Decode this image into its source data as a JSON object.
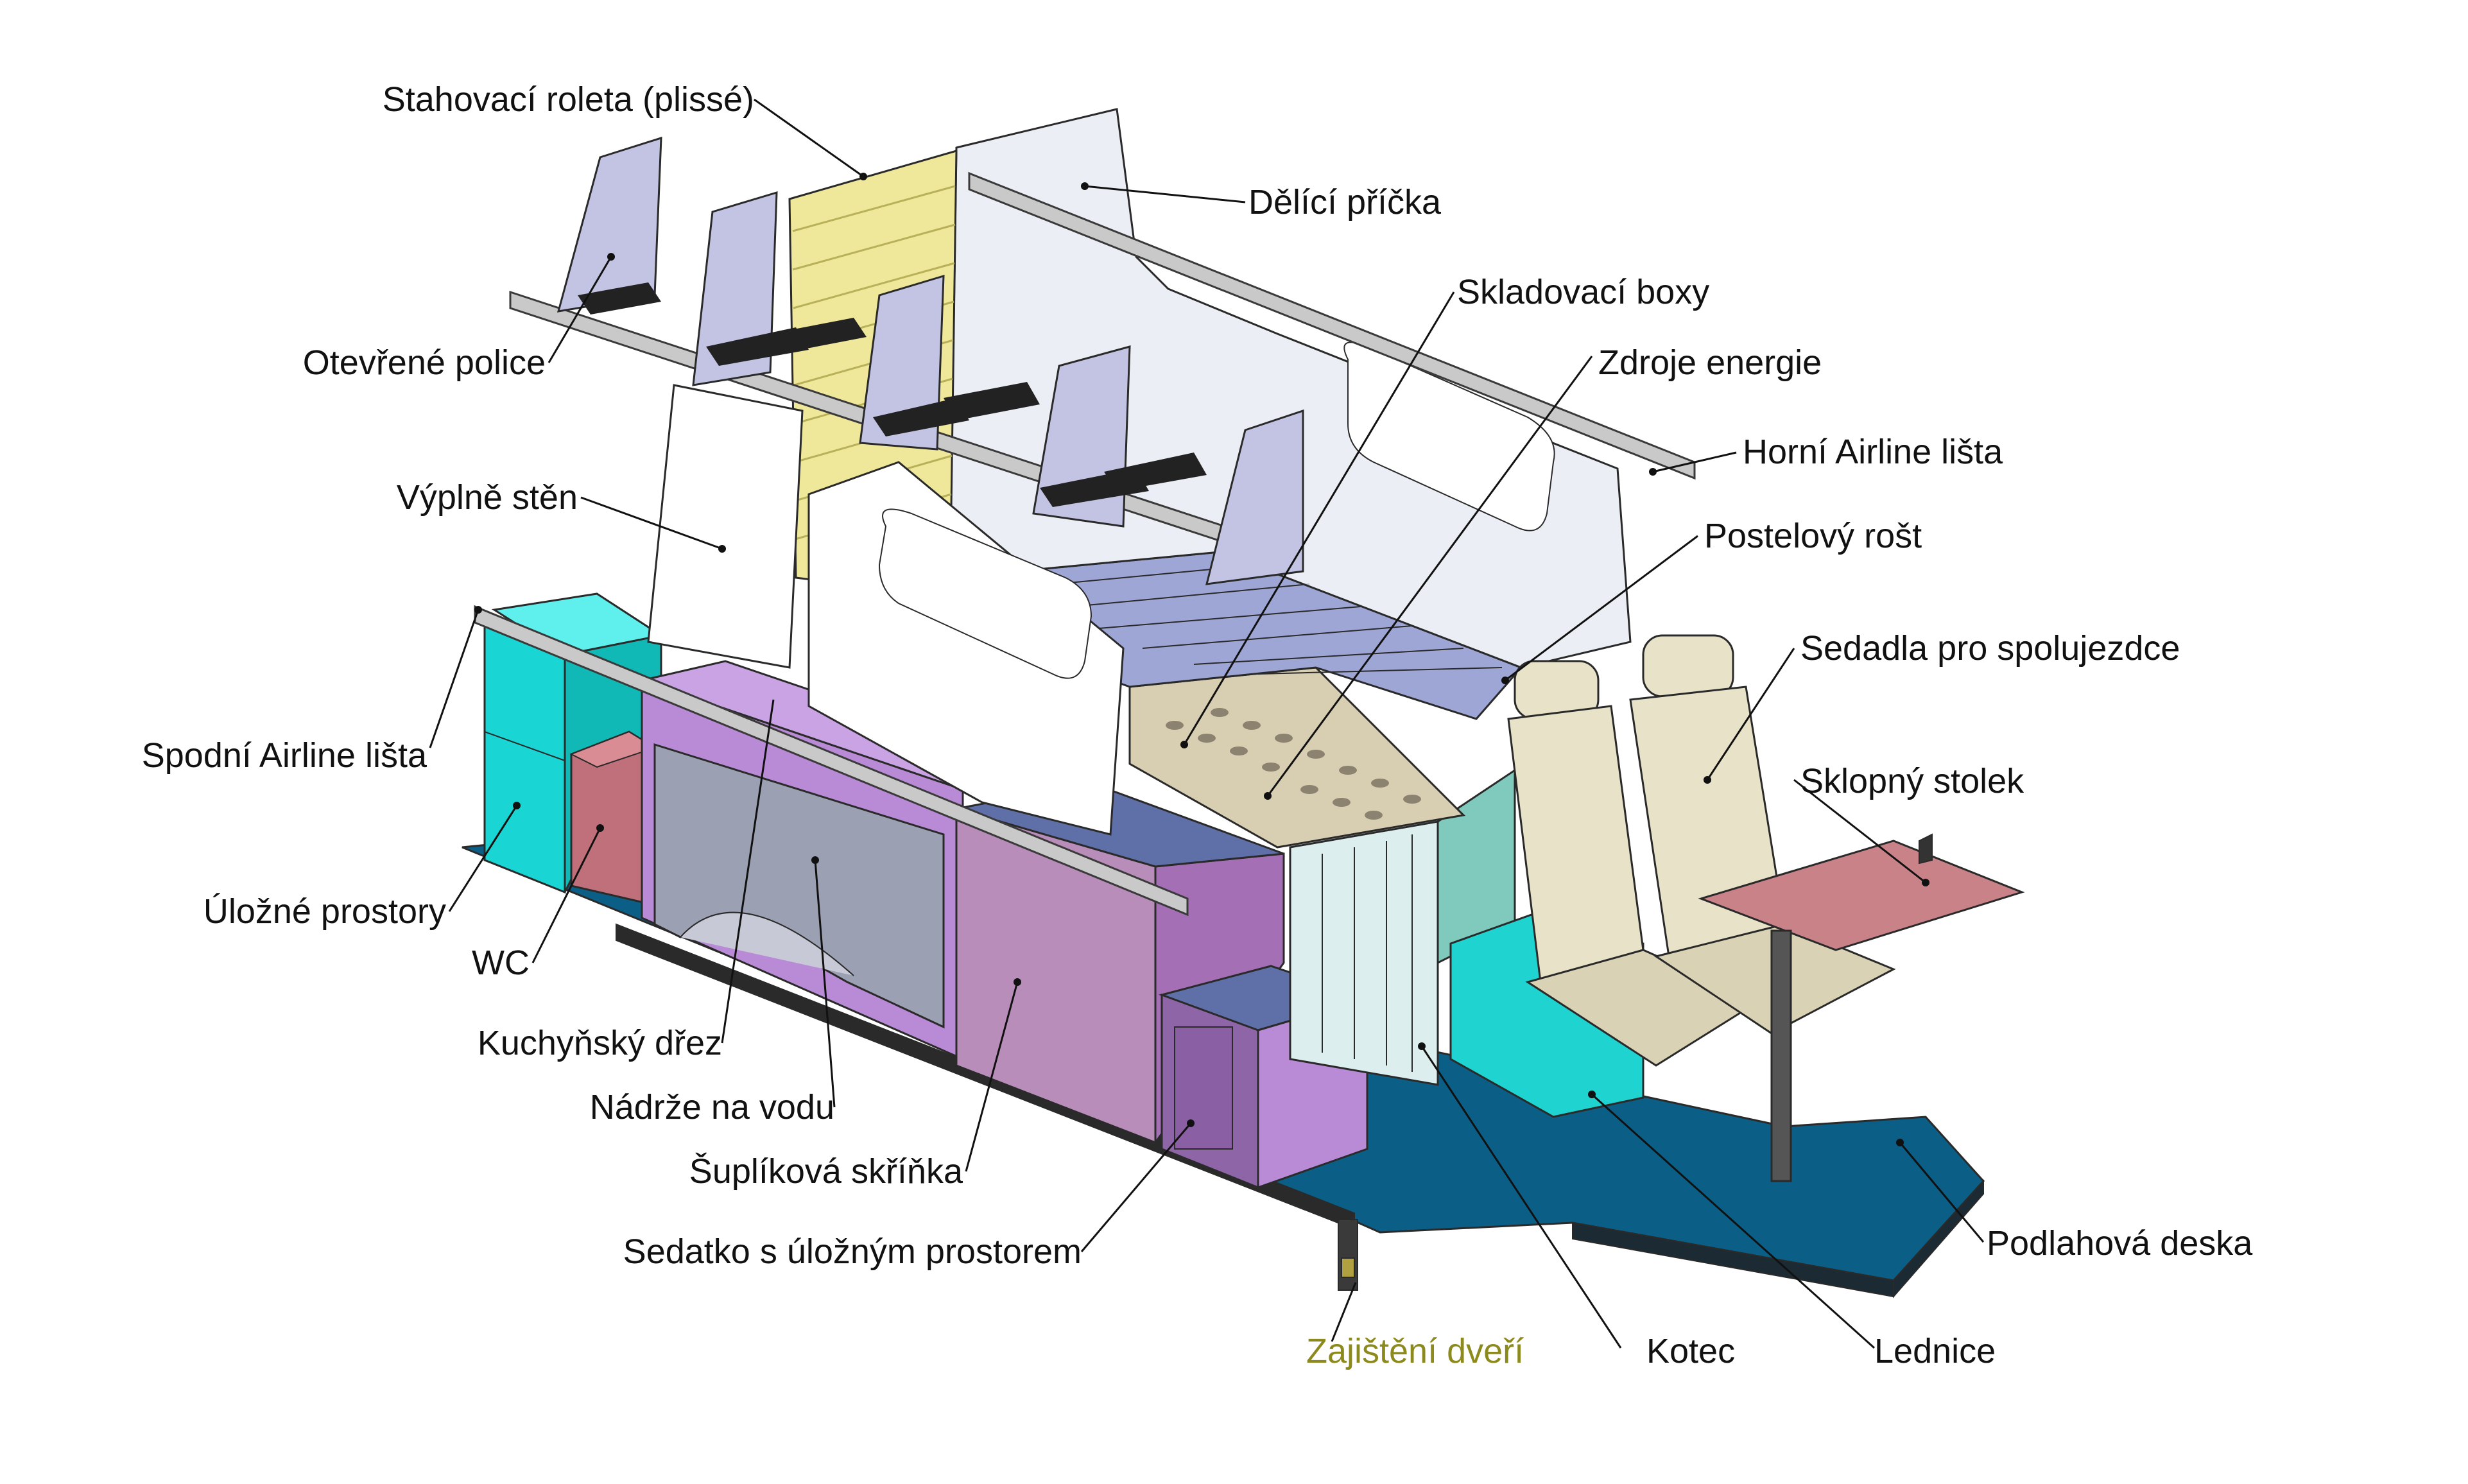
{
  "colors": {
    "floor": "#0b5f86",
    "floor_edge": "#1a1a1a",
    "bed_grate": "#9ea6d6",
    "partition": "#e6e8f2",
    "shelf_side": "#c3c4e4",
    "shelf_strap": "#222222",
    "blind": "#efe79a",
    "storage_teal": "#19d6d4",
    "wc": "#c0707a",
    "kitchen_lilac": "#b98ad6",
    "sink_grey": "#9ba0b3",
    "drawer_pink": "#b88db9",
    "water_tank": "#b98ad6",
    "seat_box": "#b98ad6",
    "seat_lid": "#5f6fa8",
    "kennel": "#dcefee",
    "fridge": "#1fd3d0",
    "energy": "#7fcabc",
    "storage_boxes": "#d8ceb2",
    "seat": "#e8e2c8",
    "table": "#c98288",
    "wall_fill": "#ffffff",
    "label_special": "#8c8a1c"
  },
  "labels": {
    "roller_blind": "Stahovací roleta (plissé)",
    "partition": "Dělící příčka",
    "storage_boxes": "Skladovací boxy",
    "open_shelves": "Otevřené police",
    "energy_sources": "Zdroje energie",
    "upper_airline_rail": "Horní Airline lišta",
    "wall_panels": "Výplně stěn",
    "bed_grate": "Postelový rošt",
    "passenger_seats": "Sedadla pro spolujezdce",
    "lower_airline_rail": "Spodní Airline lišta",
    "folding_table": "Sklopný stolek",
    "storage_spaces": "Úložné prostory",
    "wc": "WC",
    "kitchen_sink": "Kuchyňský dřez",
    "water_tanks": "Nádrže na vodu",
    "drawer_cabinet": "Šuplíková skříňka",
    "floor_board": "Podlahová deska",
    "seat_with_storage": "Sedatko s úložným prostorem",
    "door_lock": "Zajištění dveří",
    "kennel": "Kotec",
    "fridge": "Lednice"
  }
}
